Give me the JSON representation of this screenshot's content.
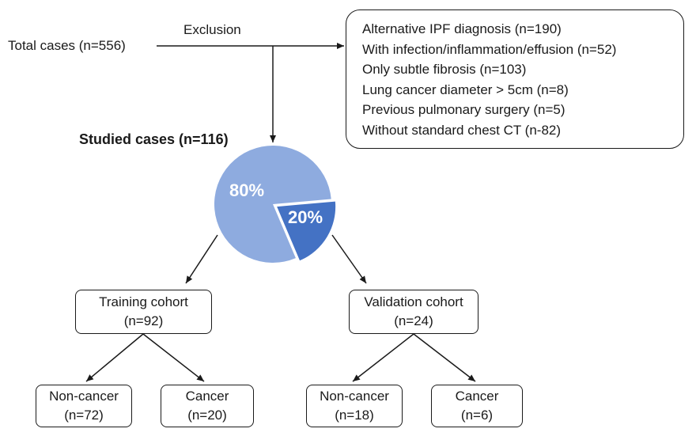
{
  "total_cases": "Total cases (n=556)",
  "exclusion_label": "Exclusion",
  "exclusion_items": [
    "Alternative IPF diagnosis (n=190)",
    "With infection/inflammation/effusion (n=52)",
    "Only subtle fibrosis (n=103)",
    "Lung cancer diameter > 5cm (n=8)",
    "Previous pulmonary surgery (n=5)",
    "Without standard chest CT (n-82)"
  ],
  "studied_cases": "Studied cases (n=116)",
  "pie": {
    "major_label": "80%",
    "minor_label": "20%",
    "major_fraction": 0.8,
    "minor_fraction": 0.2,
    "major_color": "#8eabdf",
    "minor_color": "#4472c4"
  },
  "training": {
    "title": "Training cohort",
    "count": "(n=92)",
    "noncancer": {
      "title": "Non-cancer",
      "count": "(n=72)"
    },
    "cancer": {
      "title": "Cancer",
      "count": "(n=20)"
    }
  },
  "validation": {
    "title": "Validation cohort",
    "count": "(n=24)",
    "noncancer": {
      "title": "Non-cancer",
      "count": "(n=18)"
    },
    "cancer": {
      "title": "Cancer",
      "count": "(n=6)"
    }
  }
}
